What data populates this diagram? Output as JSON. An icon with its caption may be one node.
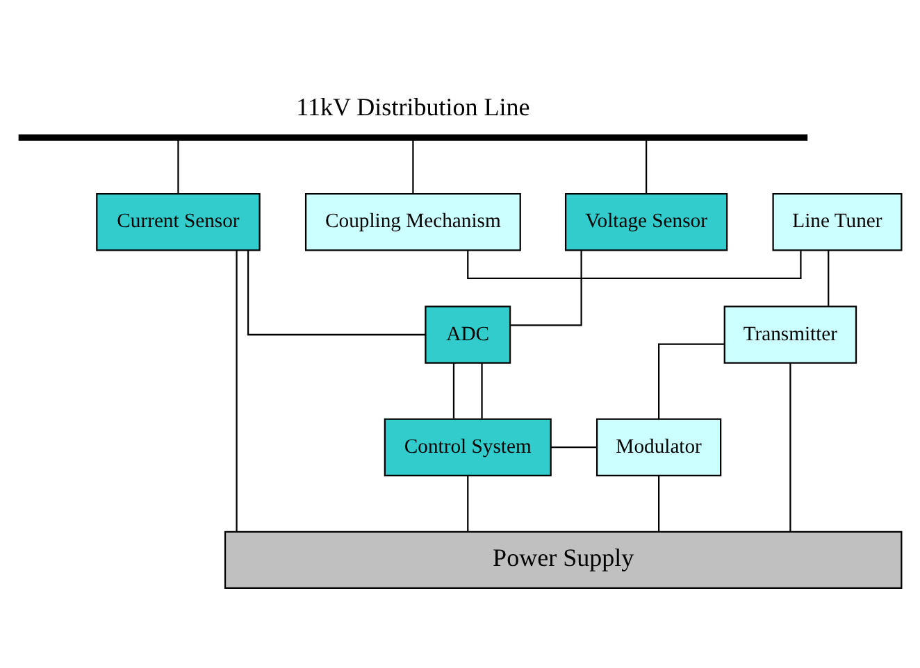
{
  "diagram": {
    "nodes": [
      {
        "text": [
          "11kV Distribution Line"
        ]
      },
      {
        "text": [
          "Current Sensor"
        ]
      },
      {
        "text": [
          "Voltage Sensor"
        ]
      },
      {
        "text": [
          "Line Tuner"
        ]
      },
      {
        "text": [
          "Coupling Mechanism"
        ]
      },
      {
        "text": [
          "Transmitter"
        ]
      },
      {
        "text": [
          "ADC"
        ]
      },
      {
        "text": [
          "Modulator"
        ]
      },
      {
        "text": [
          "Control System"
        ]
      },
      {
        "text": [
          "Power Supply"
        ]
      }
    ],
    "edges": [
      {
        "from": 0,
        "to": 1,
        "arrow": "none"
      },
      {
        "from": 0,
        "to": 2,
        "arrow": "none"
      },
      {
        "from": 0,
        "to": 4,
        "arrow": "none"
      },
      {
        "from": 3,
        "to": 4,
        "arrow": "none"
      },
      {
        "from": 3,
        "to": 5,
        "arrow": "none"
      },
      {
        "from": 5,
        "to": 7,
        "arrow": "none"
      },
      {
        "from": 1,
        "to": 6,
        "arrow": "none"
      },
      {
        "from": 2,
        "to": 6,
        "arrow": "none"
      },
      {
        "from": 6,
        "to": 8,
        "arrow": "none"
      },
      {
        "from": 6,
        "to": 8,
        "arrow": "none"
      },
      {
        "from": 8,
        "to": 7,
        "arrow": "none"
      },
      {
        "from": 1,
        "to": 9,
        "arrow": "none"
      },
      {
        "from": 8,
        "to": 9,
        "arrow": "none"
      },
      {
        "from": 7,
        "to": 9,
        "arrow": "none"
      },
      {
        "from": 5,
        "to": 9,
        "arrow": "none"
      }
    ]
  }
}
